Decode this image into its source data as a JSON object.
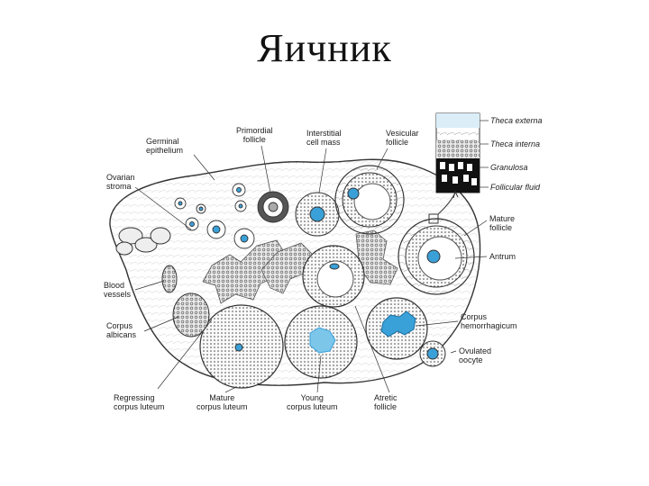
{
  "title": "Яичник",
  "labels": {
    "germinal_epithelium": "Germinal\nepithelium",
    "primordial_follicle": "Primordial\nfollicle",
    "interstitial_cell_mass": "Interstitial\ncell mass",
    "vesicular_follicle": "Vesicular\nfollicle",
    "ovarian_stroma": "Ovarian\nstroma",
    "blood_vessels": "Blood\nvessels",
    "corpus_albicans": "Corpus\nalbicans",
    "regressing_corpus_luteum": "Regressing\ncorpus luteum",
    "mature_corpus_luteum": "Mature\ncorpus luteum",
    "young_corpus_luteum": "Young\ncorpus luteum",
    "atretic_follicle": "Atretic\nfollicle",
    "ovulated_oocyte": "Ovulated\noocyte",
    "corpus_hemorrhagicum": "Corpus\nhemorrhagicum",
    "antrum": "Antrum",
    "mature_follicle": "Mature\nfollicle",
    "theca_externa": "Theca externa",
    "theca_interna": "Theca interna",
    "granulosa": "Granulosa",
    "follicular_fluid": "Follicular fluid"
  },
  "colors": {
    "accent": "#3aa0d8",
    "line": "#333333",
    "stroma_fill": "#f4f4f4",
    "cell_fill": "#c9c9c9"
  }
}
